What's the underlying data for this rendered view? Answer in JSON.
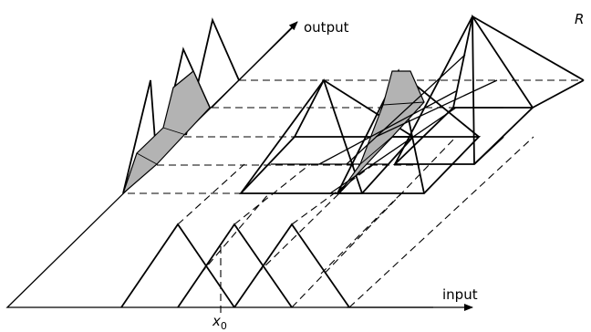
{
  "labels": {
    "output_axis": "output",
    "input_axis": "input",
    "rule_letter": "R",
    "x0_main": "x",
    "x0_sub": "0"
  },
  "colors": {
    "stroke": "#000000",
    "shade": "#b3b3b3",
    "background": "#ffffff"
  }
}
